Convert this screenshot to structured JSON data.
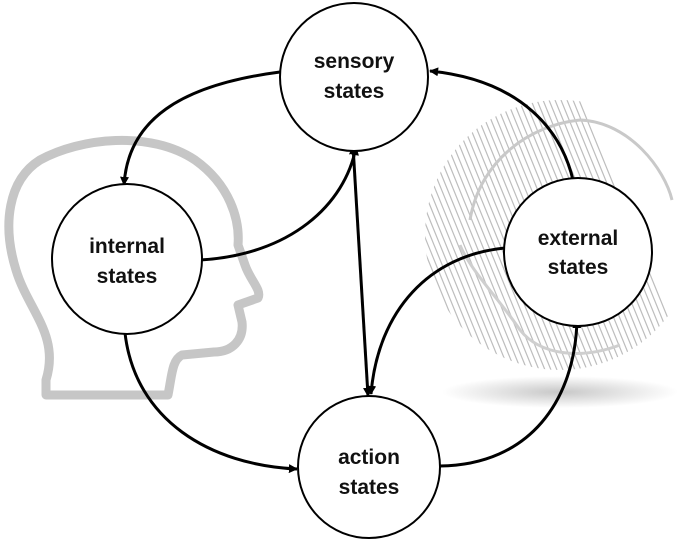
{
  "nodes": {
    "sensory": {
      "line1": "sensory",
      "line2": "states"
    },
    "internal": {
      "line1": "internal",
      "line2": "states"
    },
    "external": {
      "line1": "external",
      "line2": "states"
    },
    "action": {
      "line1": "action",
      "line2": "states"
    }
  },
  "colors": {
    "background": "#ffffff",
    "node_fill": "#ffffff",
    "node_stroke": "#000000",
    "edge": "#000000",
    "head_outline": "#c6c6c6",
    "globe": "#b8b8b8"
  },
  "icons": {
    "head": "human-head-silhouette-icon",
    "globe": "sketched-globe-icon"
  }
}
